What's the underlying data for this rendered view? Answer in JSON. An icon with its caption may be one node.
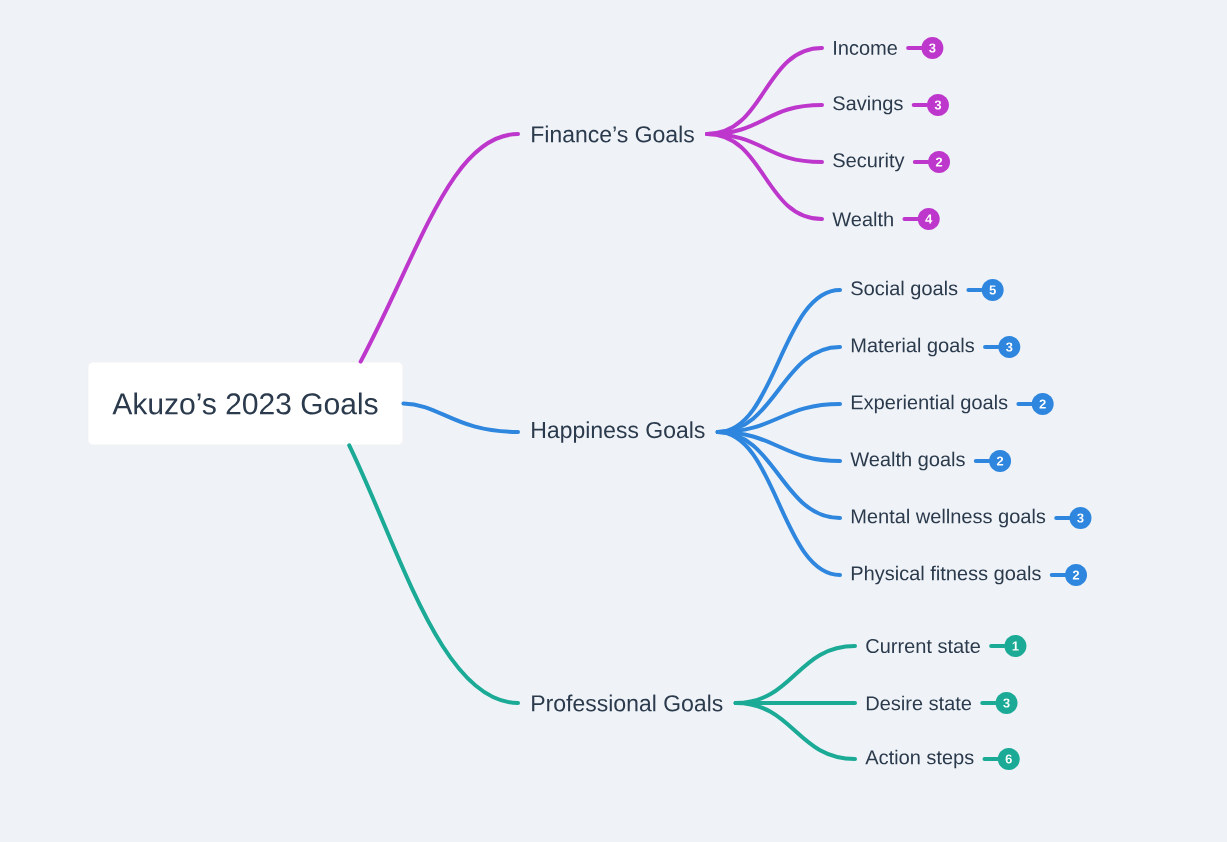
{
  "diagram": {
    "nodes": [
      {
        "text": [
          "Akuzo’s 2023 Goals"
        ]
      },
      {
        "text": [
          "Finance’s Goals"
        ]
      },
      {
        "text": [
          "Income"
        ]
      },
      {
        "text": [
          "3"
        ]
      },
      {
        "text": [
          "Savings"
        ]
      },
      {
        "text": [
          "3"
        ]
      },
      {
        "text": [
          "Security"
        ]
      },
      {
        "text": [
          "2"
        ]
      },
      {
        "text": [
          "Wealth"
        ]
      },
      {
        "text": [
          "4"
        ]
      },
      {
        "text": [
          "Happiness Goals"
        ]
      },
      {
        "text": [
          "Social goals"
        ]
      },
      {
        "text": [
          "5"
        ]
      },
      {
        "text": [
          "Material goals"
        ]
      },
      {
        "text": [
          "3"
        ]
      },
      {
        "text": [
          "Experiential goals"
        ]
      },
      {
        "text": [
          "2"
        ]
      },
      {
        "text": [
          "Wealth goals"
        ]
      },
      {
        "text": [
          "2"
        ]
      },
      {
        "text": [
          "Mental wellness goals"
        ]
      },
      {
        "text": [
          "3"
        ]
      },
      {
        "text": [
          "Physical fitness goals"
        ]
      },
      {
        "text": [
          "2"
        ]
      },
      {
        "text": [
          "Professional Goals"
        ]
      },
      {
        "text": [
          "Current state"
        ]
      },
      {
        "text": [
          "1"
        ]
      },
      {
        "text": [
          "Desire state"
        ]
      },
      {
        "text": [
          "3"
        ]
      },
      {
        "text": [
          "Action steps"
        ]
      },
      {
        "text": [
          "6"
        ]
      }
    ],
    "edges": [
      {
        "from": 0,
        "to": 1,
        "arrow": "none",
        "color": "#be37cd"
      },
      {
        "from": 1,
        "to": 2,
        "arrow": "none",
        "color": "#be37cd"
      },
      {
        "from": 2,
        "to": 3,
        "arrow": "none",
        "color": "#be37cd"
      },
      {
        "from": 1,
        "to": 4,
        "arrow": "none",
        "color": "#be37cd"
      },
      {
        "from": 4,
        "to": 5,
        "arrow": "none",
        "color": "#be37cd"
      },
      {
        "from": 1,
        "to": 6,
        "arrow": "none",
        "color": "#be37cd"
      },
      {
        "from": 6,
        "to": 7,
        "arrow": "none",
        "color": "#be37cd"
      },
      {
        "from": 1,
        "to": 8,
        "arrow": "none",
        "color": "#be37cd"
      },
      {
        "from": 8,
        "to": 9,
        "arrow": "none",
        "color": "#be37cd"
      },
      {
        "from": 0,
        "to": 10,
        "arrow": "none"
      },
      {
        "from": 10,
        "to": 11,
        "arrow": "none"
      },
      {
        "from": 11,
        "to": 12,
        "arrow": "none"
      },
      {
        "from": 10,
        "to": 13,
        "arrow": "none"
      },
      {
        "from": 13,
        "to": 14,
        "arrow": "none"
      },
      {
        "from": 10,
        "to": 15,
        "arrow": "none"
      },
      {
        "from": 15,
        "to": 16,
        "arrow": "none"
      },
      {
        "from": 10,
        "to": 17,
        "arrow": "none"
      },
      {
        "from": 17,
        "to": 18,
        "arrow": "none"
      },
      {
        "from": 10,
        "to": 19,
        "arrow": "none"
      },
      {
        "from": 19,
        "to": 20,
        "arrow": "none"
      },
      {
        "from": 10,
        "to": 21,
        "arrow": "none"
      },
      {
        "from": 21,
        "to": 22,
        "arrow": "none"
      },
      {
        "from": 0,
        "to": 23,
        "arrow": "none",
        "color": "#1aaa96"
      },
      {
        "from": 23,
        "to": 24,
        "arrow": "none",
        "color": "#1aaa96"
      },
      {
        "from": 24,
        "to": 25,
        "arrow": "none",
        "color": "#1aaa96"
      },
      {
        "from": 23,
        "to": 26,
        "arrow": "none",
        "color": "#1aaa96"
      },
      {
        "from": 26,
        "to": 27,
        "arrow": "none",
        "color": "#1aaa96"
      },
      {
        "from": 23,
        "to": 28,
        "arrow": "none",
        "color": "#1aaa96"
      },
      {
        "from": 28,
        "to": 29,
        "arrow": "none",
        "color": "#1aaa96"
      }
    ]
  }
}
